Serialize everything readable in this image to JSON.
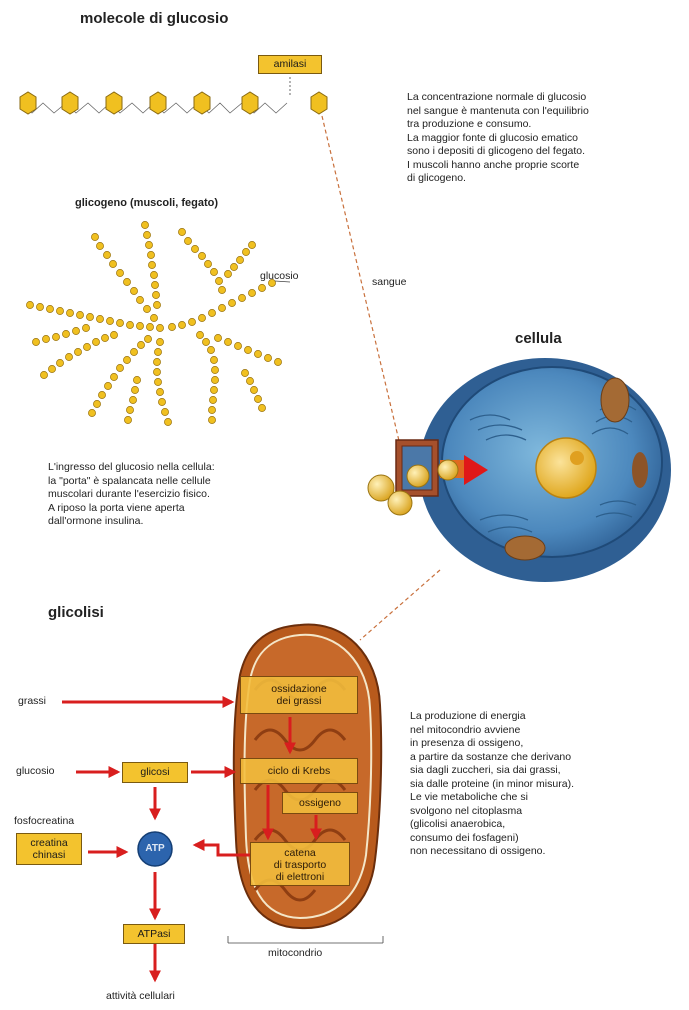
{
  "colors": {
    "glucose": "#f0c020",
    "arrow": "#d81e1e",
    "cell": "#3f7cb4",
    "mitochondrion": "#b85a1c",
    "box": "#f3c32e",
    "dashed_line": "#c8703c"
  },
  "top": {
    "title": "molecole di glucosio",
    "amylase_label": "amilasi",
    "glycogen_title": "glicogeno (muscoli, fegato)",
    "glucose_label": "glucosio",
    "blood_label": "sangue",
    "concentration_text": "La concentrazione normale di glucosio\nnel sangue è mantenuta con l'equilibrio\ntra produzione e consumo.\nLa maggior fonte di glucosio ematico\nsono i depositi di glicogeno del fegato.\nI muscoli hanno anche proprie scorte\ndi glicogeno."
  },
  "cell": {
    "title": "cellula",
    "entry_text": "L'ingresso del glucosio nella cellula:\nla \"porta\" è spalancata nelle cellule\nmuscolari durante l'esercizio fisico.\nA riposo la porta viene aperta\ndall'ormone insulina."
  },
  "glycolysis": {
    "title": "glicolisi",
    "fats_label": "grassi",
    "glucose_label": "glucosio",
    "glycolysis_box": "glicosi",
    "phosphocreatine_label": "fosfocreatina",
    "creatine_box": "creatina\nchinasi",
    "atp_label": "ATP",
    "atpase_box": "ATPasi",
    "cell_activities": "attività cellulari",
    "mito_oxidation": "ossidazione\ndei grassi",
    "mito_krebs": "ciclo di Krebs",
    "mito_oxygen": "ossigeno",
    "mito_transport": "catena\ndi trasporto\ndi elettroni",
    "mitochondrion_label": "mitocondrio",
    "energy_text": "La produzione di energia\nnel mitocondrio avviene\nin presenza di ossigeno,\na partire da sostanze che derivano\nsia dagli zuccheri, sia dai grassi,\nsia dalle proteine (in minor misura).\nLe vie metaboliche che si\nsvolgono nel citoplasma\n(glicolisi anaerobica,\nconsumo dei fosfageni)\nnon necessitano di ossigeno."
  }
}
